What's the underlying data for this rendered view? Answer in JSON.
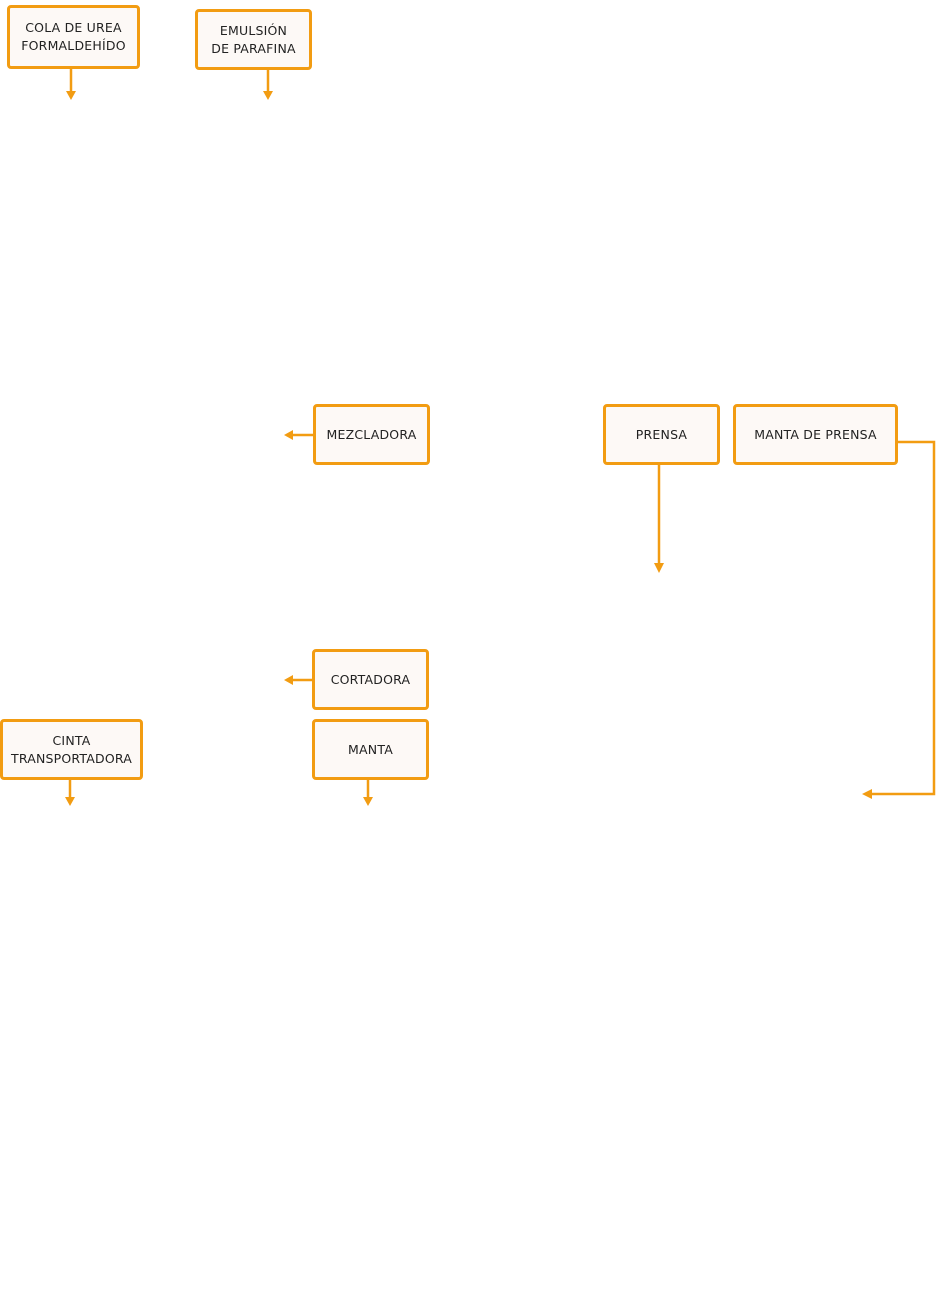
{
  "colors": {
    "stroke": "#F29C12",
    "box_fill": "#FDF9F6",
    "text": "#222222"
  },
  "nodes": {
    "cola_urea": "COLA DE UREA\nFORMALDEHÍDO",
    "emulsion_parafina": "EMULSIÓN\nDE PARAFINA",
    "mezcladora": "MEZCLADORA",
    "prensa": "PRENSA",
    "manta_prensa": "MANTA DE PRENSA",
    "cortadora": "CORTADORA",
    "cinta_transportadora": "CINTA\nTRANSPORTADORA",
    "manta": "MANTA"
  }
}
